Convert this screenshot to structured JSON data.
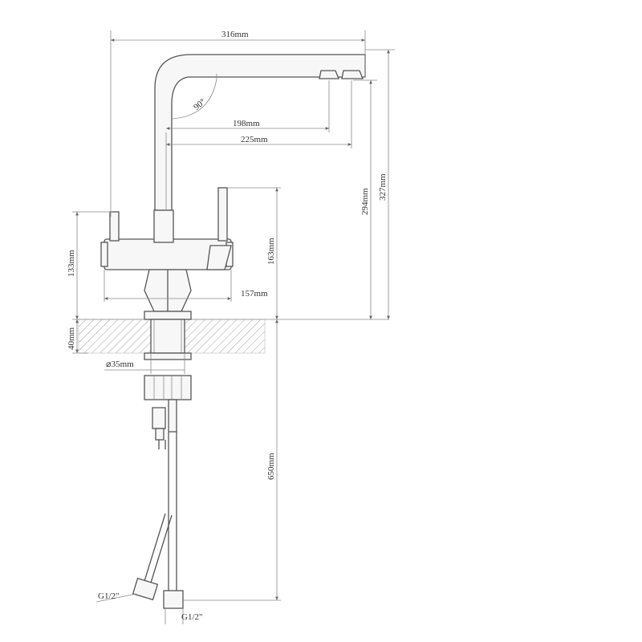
{
  "dimensions": {
    "total_width": "316mm",
    "spout_angle": "90°",
    "spout_reach_inner": "198mm",
    "spout_reach_outer": "225mm",
    "height_294": "294mm",
    "height_327": "327mm",
    "lever_height": "163mm",
    "body_height": "133mm",
    "body_width": "157mm",
    "mount_thickness": "40mm",
    "shank_diameter": "⌀35mm",
    "hose_length": "650mm",
    "thread_left": "G1/2\"",
    "thread_right": "G1/2\""
  }
}
